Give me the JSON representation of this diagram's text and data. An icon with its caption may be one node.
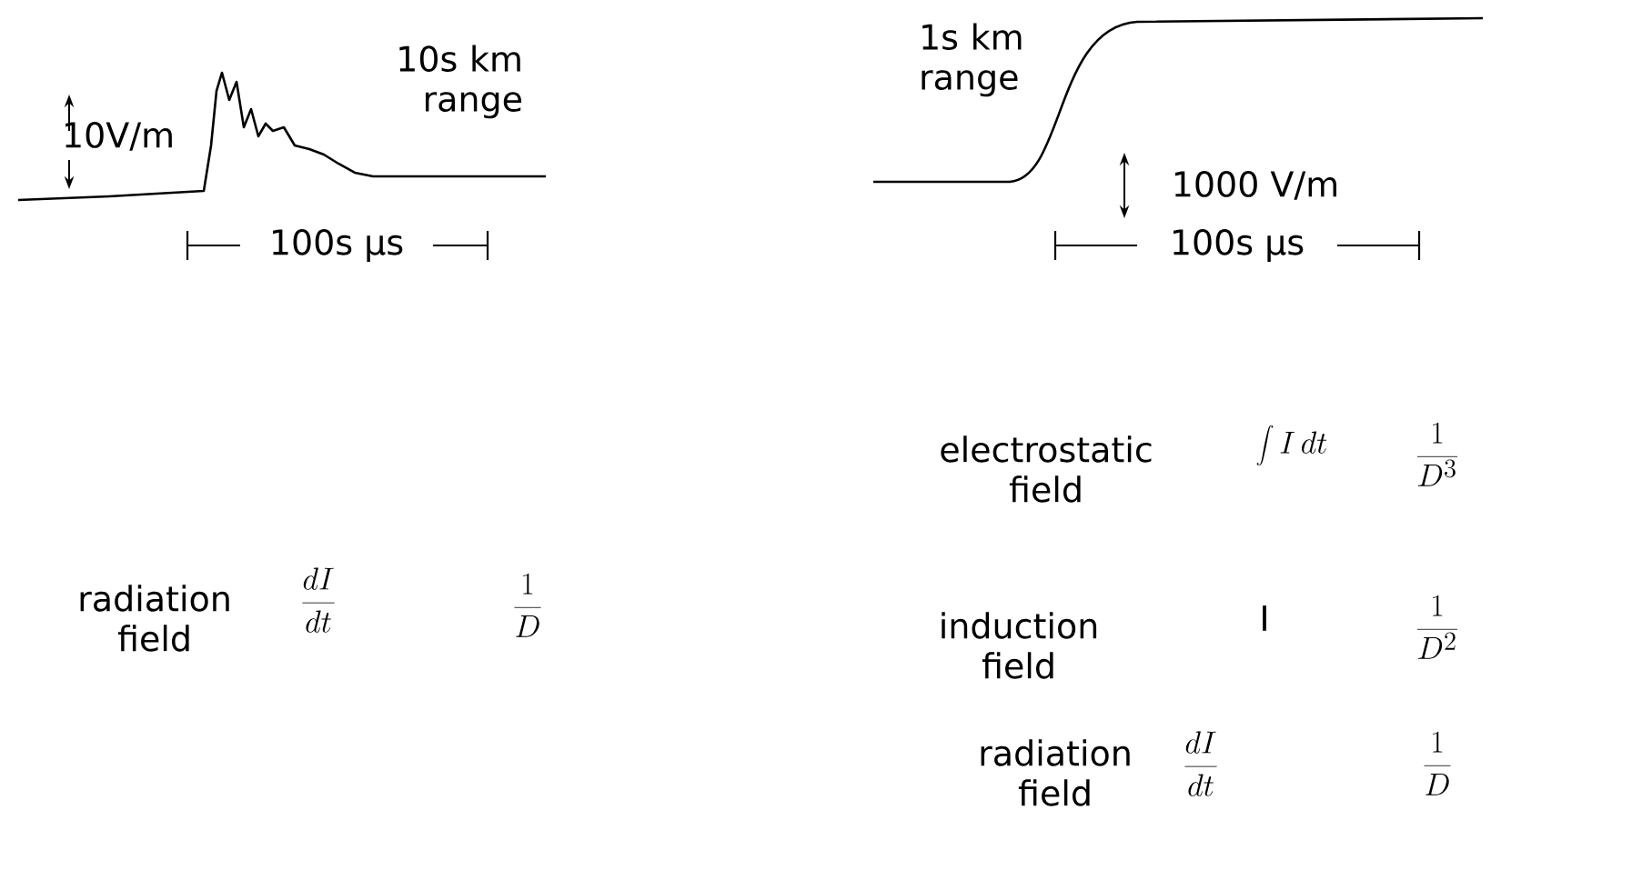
{
  "diagram": {
    "labels": [
      "10s km range",
      "10V/m",
      "100s μs",
      "1s km range",
      "1000 V/m",
      "100s μs",
      "radiation field",
      "\\frac{dI}{dt}",
      "\\frac{1}{D}",
      "electrostatic field",
      "\\int I\\,dt",
      "\\frac{1}{D^{3}}",
      "induction field",
      "I",
      "\\frac{1}{D^{2}}",
      "radiation field",
      "\\frac{dI}{dt}",
      "\\frac{1}{D}"
    ]
  }
}
